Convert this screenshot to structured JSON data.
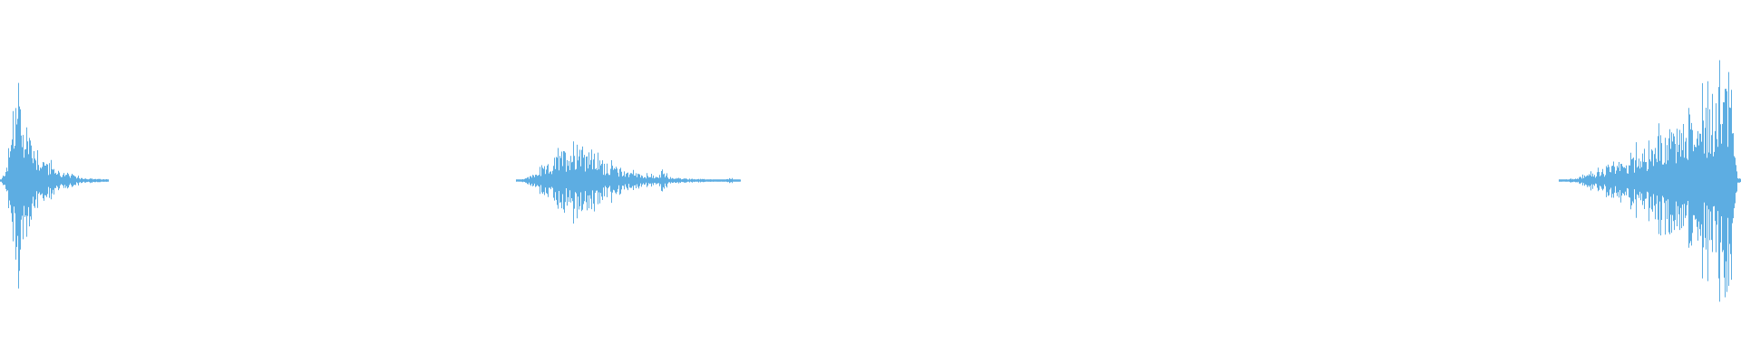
{
  "waveform": {
    "color": "#5dade2",
    "background": "#ffffff",
    "duration_fraction_axis": true,
    "peak_level": 1.0,
    "bursts": [
      {
        "start": 0.0,
        "peak": 0.01,
        "end": 0.062,
        "amplitude": 0.95
      },
      {
        "start": 0.296,
        "peak": 0.332,
        "end": 0.425,
        "amplitude": 0.44
      },
      {
        "start": 0.376,
        "peak": 0.38,
        "end": 0.4,
        "amplitude": 0.1
      },
      {
        "start": 0.415,
        "peak": 0.42,
        "end": 0.425,
        "amplitude": 0.03
      },
      {
        "start": 0.895,
        "peak": 0.995,
        "end": 1.0,
        "amplitude": 1.0
      }
    ],
    "noise_floor": 0.006
  }
}
